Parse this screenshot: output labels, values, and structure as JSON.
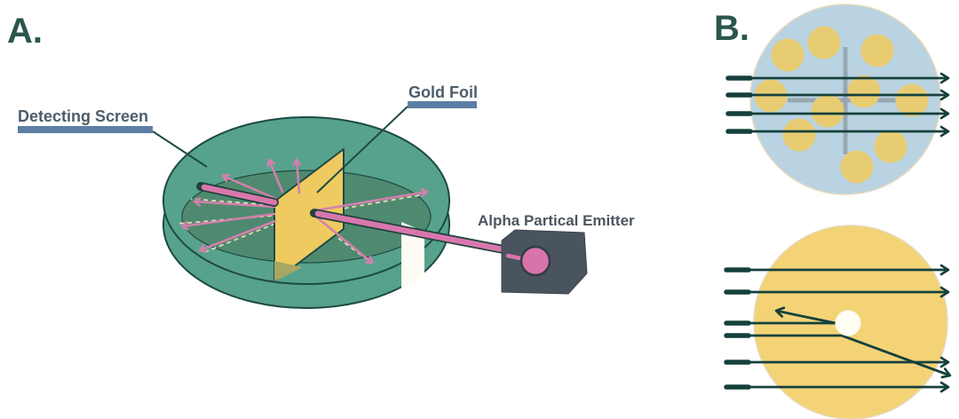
{
  "panel_a": {
    "label": "A.",
    "detecting_screen_label": "Detecting Screen",
    "gold_foil_label": "Gold Foil",
    "emitter_label": "Alpha Partical Emitter"
  },
  "panel_b": {
    "label": "B."
  },
  "colors": {
    "heading_teal": "#2b564e",
    "label_text": "#4d5d69",
    "label_bar_blue": "#5d7ea4",
    "outline_dark": "#1d4a43",
    "dish_teal": "#57a28c",
    "dish_floor": "#4f8a70",
    "slit_white": "#fdfbf3",
    "gold_foil": "#eeca60",
    "foil_tip_olive": "#a6a763",
    "beam_pink": "#d977ad",
    "scatter_pink": "#d57fae",
    "beam_outline": "#1e423c",
    "emitter_gray": "#49545f",
    "emitter_dot_pink": "#d873ac",
    "plum_blue": "#b9d3e2",
    "electron_yellow": "#e8cc72",
    "cross_gray": "#93a1ab",
    "atom_yellow": "#f3d376",
    "nucleus_white": "#fffdf4",
    "b_arrow_dark": "#15403c",
    "dash_cream": "#e8d9b4"
  }
}
